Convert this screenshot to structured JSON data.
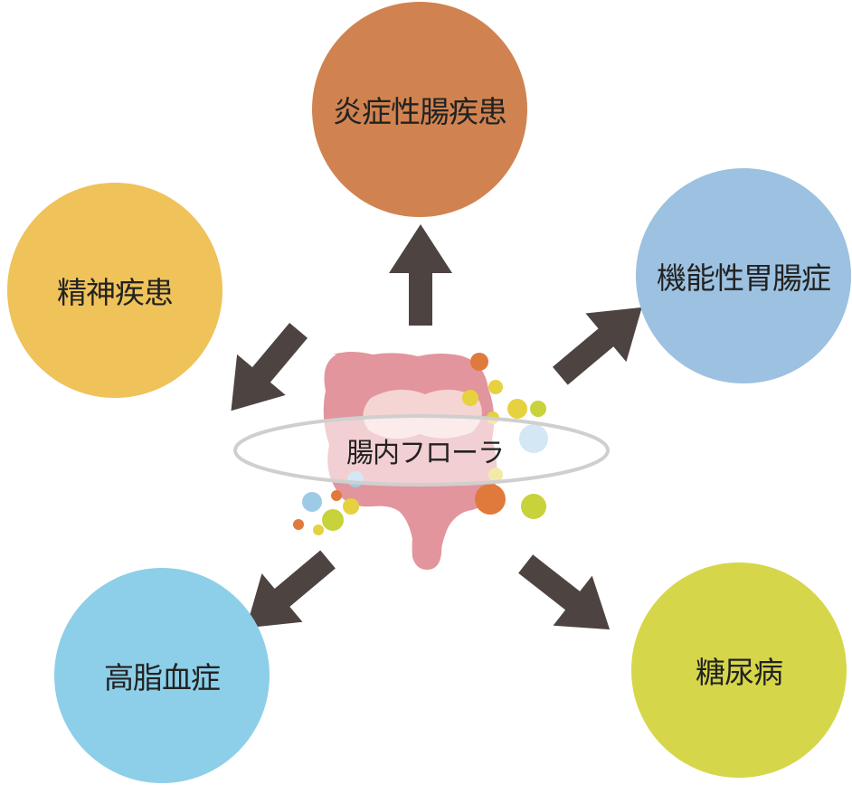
{
  "center": {
    "label": "腸内フローラ"
  },
  "diseases": [
    {
      "id": "top",
      "label": "炎症性腸疾患",
      "color": "#D08350"
    },
    {
      "id": "left",
      "label": "精神疾患",
      "color": "#EFC25A"
    },
    {
      "id": "right",
      "label": "機能性胃腸症",
      "color": "#9DC1E0"
    },
    {
      "id": "bl",
      "label": "高脂血症",
      "color": "#8DCFE8"
    },
    {
      "id": "br",
      "label": "糖尿病",
      "color": "#D6D64A"
    }
  ],
  "colors": {
    "arrow": "#4D4340",
    "intestine": "#E2959C",
    "intestine_inner": "#F5D5D3",
    "ring": "#CFCFCF",
    "bacteria_yellow": "#E6D13E",
    "bacteria_orange": "#E07A3C",
    "bacteria_blue": "#9DCBE6",
    "bacteria_green": "#C8D23A"
  }
}
